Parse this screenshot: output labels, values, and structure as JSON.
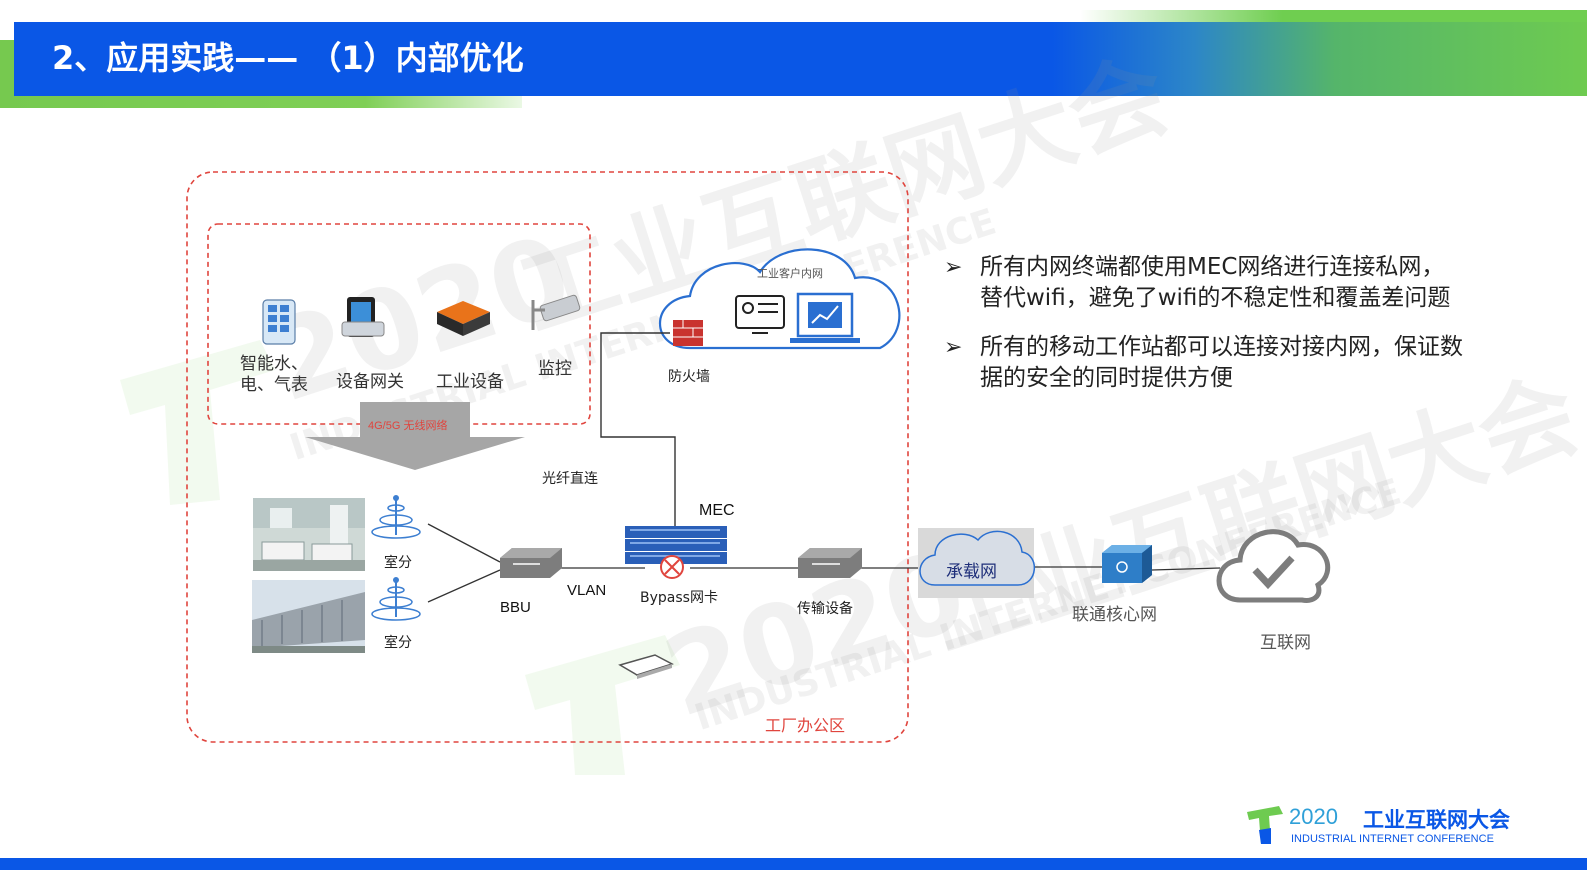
{
  "header": {
    "title": "2、应用实践—— （1）内部优化"
  },
  "colors": {
    "primary_blue": "#0a57e6",
    "accent_green": "#6ecb50",
    "dashed_red": "#e0453e"
  },
  "watermark": {
    "year": "2020",
    "cn": "工业互联网大会",
    "en": "INDUSTRIAL INTERNET CONFERENCE"
  },
  "diagram": {
    "devices": {
      "smart_meter": "智能水、\n电、气表",
      "gateway": "设备网关",
      "industrial_device": "工业设备",
      "monitor": "监控"
    },
    "wireless_label": "4G/5G 无线网络",
    "customer_intranet": "工业客户内网",
    "firewall": "防火墙",
    "fiber_direct": "光纤直连",
    "mec": "MEC",
    "bypass_nic": "Bypass网卡",
    "indoor_1": "室分",
    "indoor_2": "室分",
    "bbu": "BBU",
    "vlan": "VLAN",
    "transport": "传输设备",
    "carrier_network": "承载网",
    "unicom_core": "联通核心网",
    "internet": "互联网",
    "factory_area": "工厂办公区"
  },
  "bullets": [
    "所有内网终端都使用MEC网络进行连接私网，替代wifi，避免了wifi的不稳定性和覆盖差问题",
    "所有的移动工作站都可以连接对接内网，保证数据的安全的同时提供方便"
  ],
  "logo": {
    "year": "2020",
    "cn": "工业互联网大会",
    "en": "INDUSTRIAL INTERNET CONFERENCE"
  }
}
